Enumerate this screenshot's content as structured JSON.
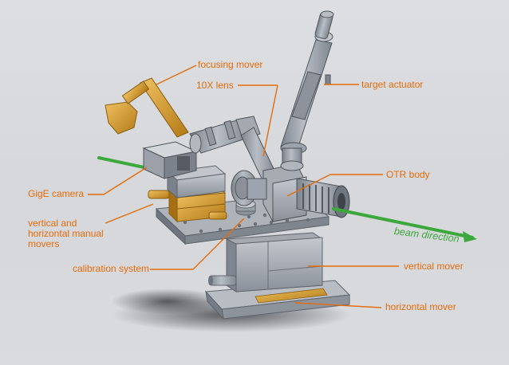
{
  "colors": {
    "label": "#e46c0a",
    "beam": "#3aa83a",
    "metal": "#9ea4ad",
    "metal_dark": "#6e747d",
    "gold": "#d49a2a",
    "background": "#d8dadf"
  },
  "labels": {
    "focusing_mover": "focusing mover",
    "lens": "10X lens",
    "target_actuator": "target actuator",
    "gige_camera": "GigE camera",
    "otr_body": "OTR body",
    "manual_movers": [
      "vertical and",
      "horizontal manual",
      "movers"
    ],
    "beam_direction": "beam direction",
    "calibration_system": "calibration system",
    "vertical_mover": "vertical mover",
    "horizontal_mover": "horizontal mover"
  }
}
